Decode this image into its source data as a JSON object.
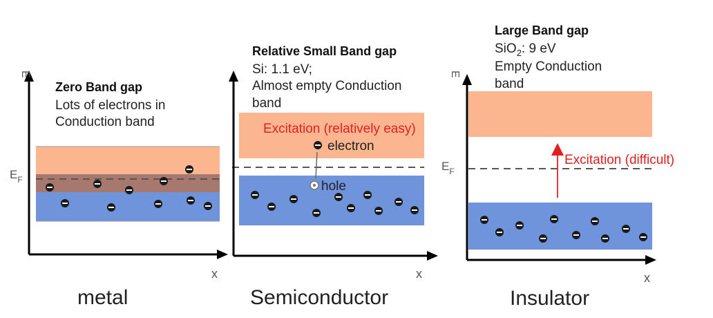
{
  "colors": {
    "conduction_band": "#fbb68f",
    "valence_band": "#6f94dc",
    "overlap_band": "#a6786e",
    "excitation": "#e02020",
    "axis": "#000000",
    "fermi_line": "#555555"
  },
  "axes": {
    "y_label": "E",
    "x_label": "x",
    "fermi_label": "E",
    "fermi_subscript": "F"
  },
  "panels": {
    "metal": {
      "heading": "Zero Band gap",
      "line1": "Lots of electrons in",
      "line2": "Conduction band",
      "caption": "metal"
    },
    "semiconductor": {
      "heading": "Relative Small Band gap",
      "line1": "Si: 1.1 eV;",
      "line2": "Almost empty Conduction",
      "line3": "band",
      "excitation": "Excitation (relatively easy)",
      "electron_label": "electron",
      "hole_label": "hole",
      "caption": "Semiconductor"
    },
    "insulator": {
      "heading": "Large Band gap",
      "formula_base": "SiO",
      "formula_sub": "2",
      "formula_rest": ": 9 eV",
      "line2": "Empty Conduction",
      "line3": "band",
      "excitation": "Excitation (difficult)",
      "caption": "Insulator"
    }
  }
}
